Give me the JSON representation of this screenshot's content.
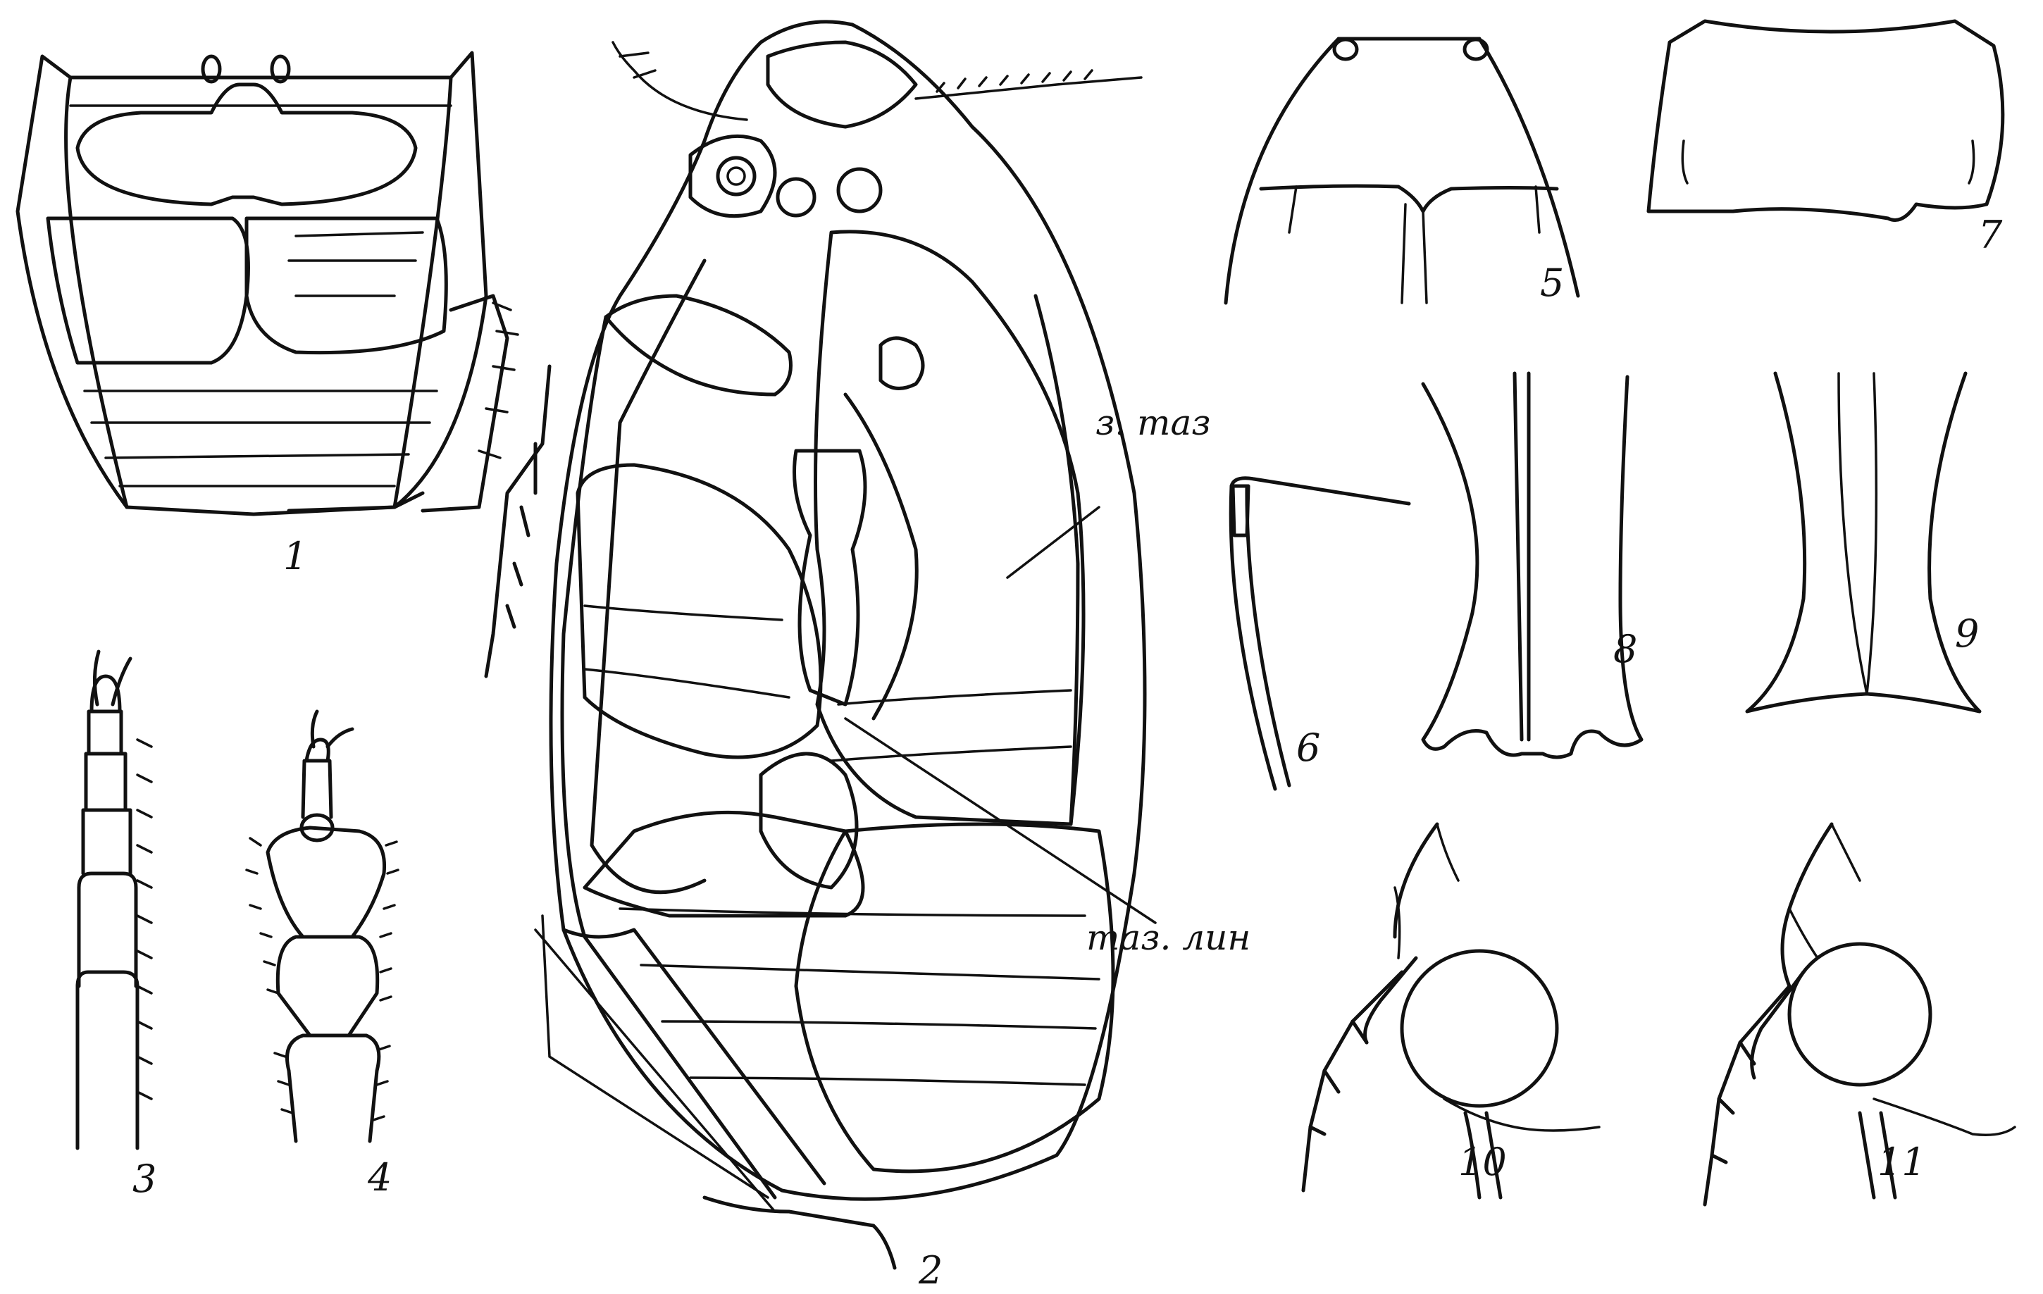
{
  "figure_numbers": [
    "1",
    "2",
    "3",
    "4",
    "5",
    "6",
    "7",
    "8",
    "9",
    "10",
    "11"
  ],
  "labels": {
    "coxa": "з. таз",
    "coxal_line": "таз. лин"
  }
}
